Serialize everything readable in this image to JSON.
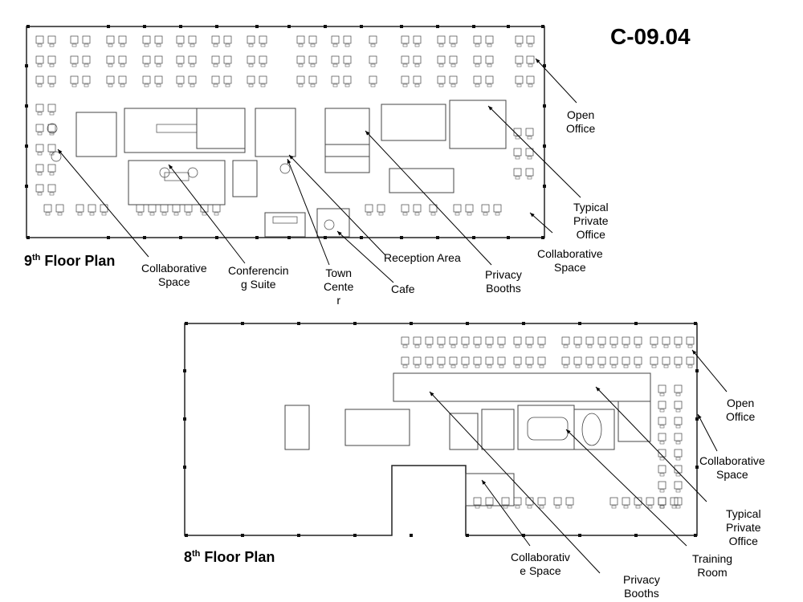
{
  "sheet_number": "C-09.04",
  "floors": {
    "ninth": {
      "title_num": "9",
      "title_sup": "th",
      "title_rest": " Floor Plan",
      "labels": {
        "open_office": "Open\nOffice",
        "typical_private_office": "Typical\nPrivate\nOffice",
        "collaborative_space_right": "Collaborative\nSpace",
        "collaborative_space_left": "Collaborative\nSpace",
        "conferencing_suite": "Conferencin\ng Suite",
        "town_center": "Town\nCente\nr",
        "cafe": "Cafe",
        "reception_area": "Reception Area",
        "privacy_booths": "Privacy\nBooths"
      }
    },
    "eighth": {
      "title_num": "8",
      "title_sup": "th",
      "title_rest": " Floor Plan",
      "labels": {
        "open_office": "Open\nOffice",
        "collaborative_space_right": "Collaborative\nSpace",
        "typical_private_office": "Typical\nPrivate\nOffice",
        "training_room": "Training\nRoom",
        "privacy_booths": "Privacy\nBooths",
        "collaborative_space_left": "Collaborativ\ne Space"
      }
    }
  }
}
